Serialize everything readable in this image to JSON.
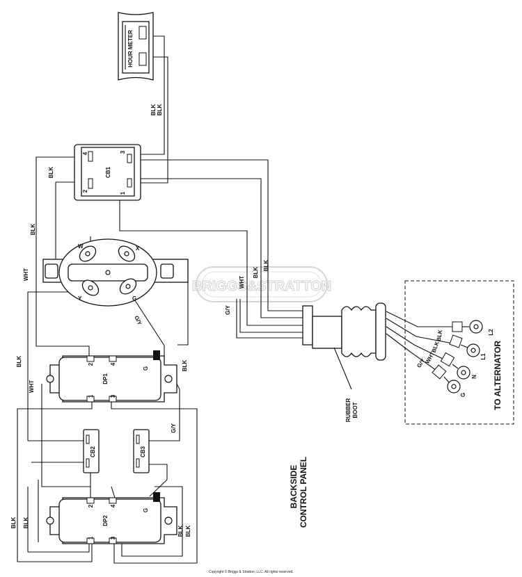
{
  "components": {
    "hour_meter": "HOUR METER",
    "cb1": "CB1",
    "cb2": "CB2",
    "cb3": "CB3",
    "dp1": "DP1",
    "dp2": "DP2",
    "rubber_boot_1": "RUBBER",
    "rubber_boot_2": "BOOT"
  },
  "terminals": {
    "cb1": [
      "1",
      "2",
      "3",
      "4"
    ],
    "dp": [
      "1",
      "2",
      "3",
      "4",
      "G"
    ],
    "receptacle": [
      "W",
      "X",
      "Y",
      "G"
    ]
  },
  "wire_labels": {
    "blk": "BLK",
    "wht": "WHT",
    "gy": "G/Y"
  },
  "lead_ends": {
    "l2": "L2",
    "l1": "L1",
    "n": "N",
    "g": "G"
  },
  "titles": {
    "backside_1": "BACKSIDE",
    "backside_2": "CONTROL PANEL",
    "alternator": "TO ALTERNATOR"
  },
  "watermark": "BRIGGS&STRATTON",
  "copyright": "Copyright © Briggs & Stratton, LLC. All rights reserved."
}
